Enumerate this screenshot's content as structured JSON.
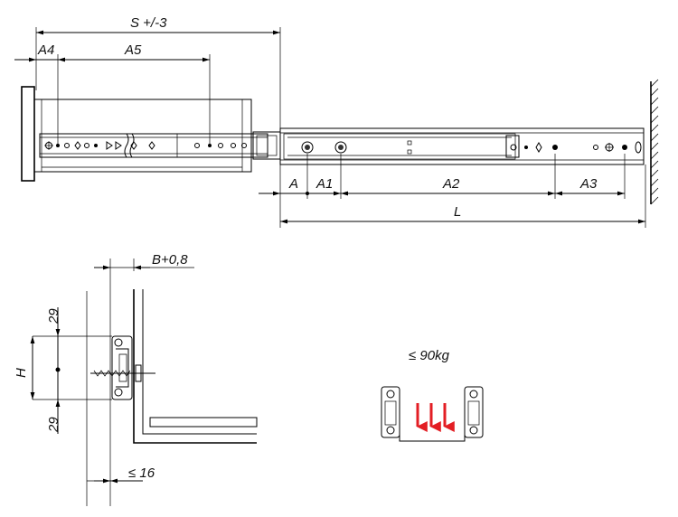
{
  "dimensions": {
    "s": "S +/-3",
    "a4": "A4",
    "a5": "A5",
    "a": "A",
    "a1": "A1",
    "a2": "A2",
    "a3": "A3",
    "l": "L",
    "b": "B+0,8",
    "h": "H",
    "d29_top": "29",
    "d29_bottom": "29",
    "max16": "≤ 16"
  },
  "load": {
    "label": "≤ 90kg",
    "arrow_color": "#e31e24"
  },
  "icons": [
    "mounting-hole-icon",
    "screw-icon",
    "load-arrow-icon",
    "wall-hatch-icon"
  ]
}
